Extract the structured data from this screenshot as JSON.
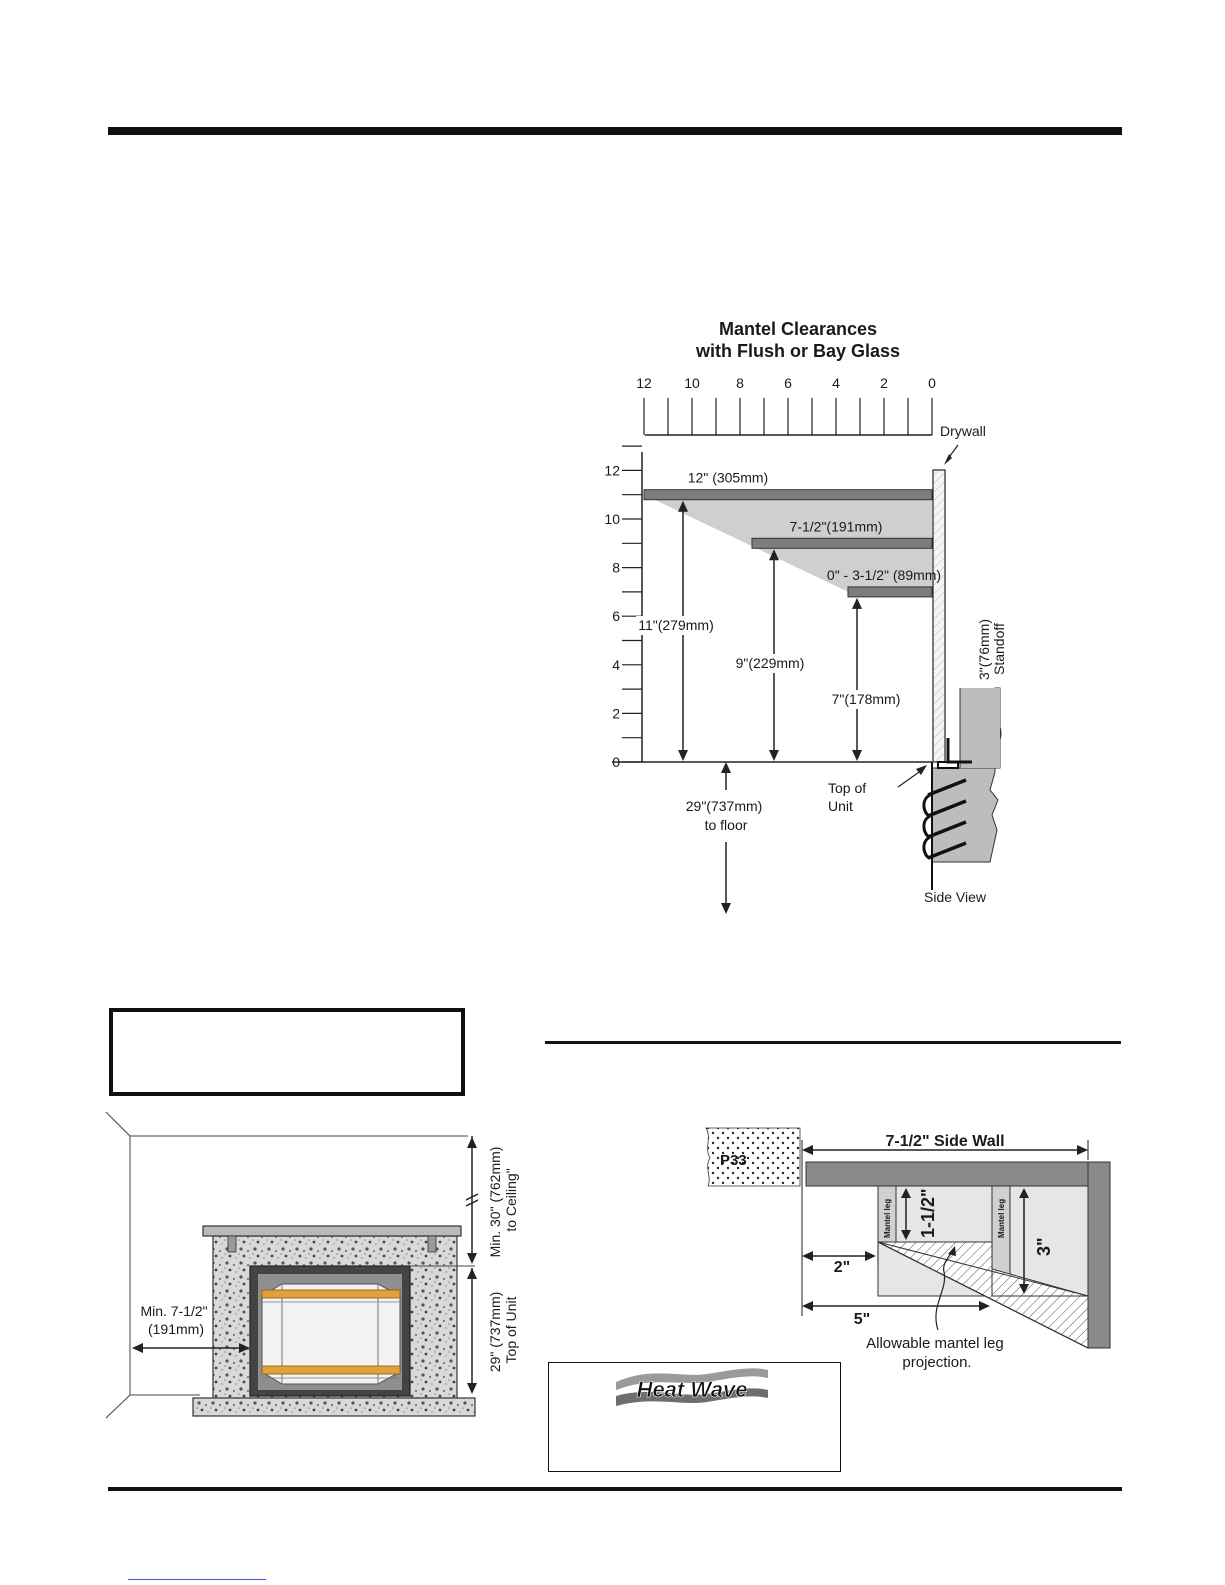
{
  "mantel_clearance": {
    "title_line1": "Mantel Clearances",
    "title_line2": "with Flush or Bay Glass",
    "x_ticks": [
      "12",
      "10",
      "8",
      "6",
      "4",
      "2",
      "0"
    ],
    "y_ticks": [
      "12",
      "10",
      "8",
      "6",
      "4",
      "2",
      "0"
    ],
    "mantels": [
      {
        "depth_in": 12,
        "height_in": 11,
        "depth_label": "12\" (305mm)",
        "height_label": "11\"(279mm)"
      },
      {
        "depth_in": 7.5,
        "height_in": 9,
        "depth_label": "7-1/2\"(191mm)",
        "height_label": "9\"(229mm)"
      },
      {
        "depth_in": 3.5,
        "height_in": 7,
        "depth_label": "0\" - 3-1/2\" (89mm)",
        "height_label": "7\"(178mm)"
      }
    ],
    "drywall_label": "Drywall",
    "standoff_label_line1": "3\"(76mm)",
    "standoff_label_line2": "Standoff",
    "top_of_unit_line1": "Top of",
    "top_of_unit_line2": "Unit",
    "floor_label_line1": "29\"(737mm)",
    "floor_label_line2": "to floor",
    "side_view_label": "Side View"
  },
  "front_view": {
    "ceiling_label_line1": "Min. 30\" (762mm)",
    "ceiling_label_line2": "to Ceiling\"",
    "top_unit_label_line1": "29\" (737mm)",
    "top_unit_label_line2": "Top of Unit",
    "side_label_line1": "Min. 7-1/2\"",
    "side_label_line2": "(191mm)"
  },
  "mantel_leg": {
    "side_wall_label": "7-1/2\" Side Wall",
    "brick_label": "P33",
    "leg_label": "Mantel leg",
    "dim_1_5": "1-1/2\"",
    "dim_3": "3\"",
    "dim_2": "2\"",
    "dim_5": "5\"",
    "caption_line1": "Allowable mantel leg",
    "caption_line2": "projection."
  },
  "logo": {
    "text": "Heat Wave"
  },
  "colors": {
    "bar": "#7d7d7d",
    "shade": "#cfcfcf",
    "granite": "#d8d8d8",
    "gold": "#e0a33a"
  }
}
